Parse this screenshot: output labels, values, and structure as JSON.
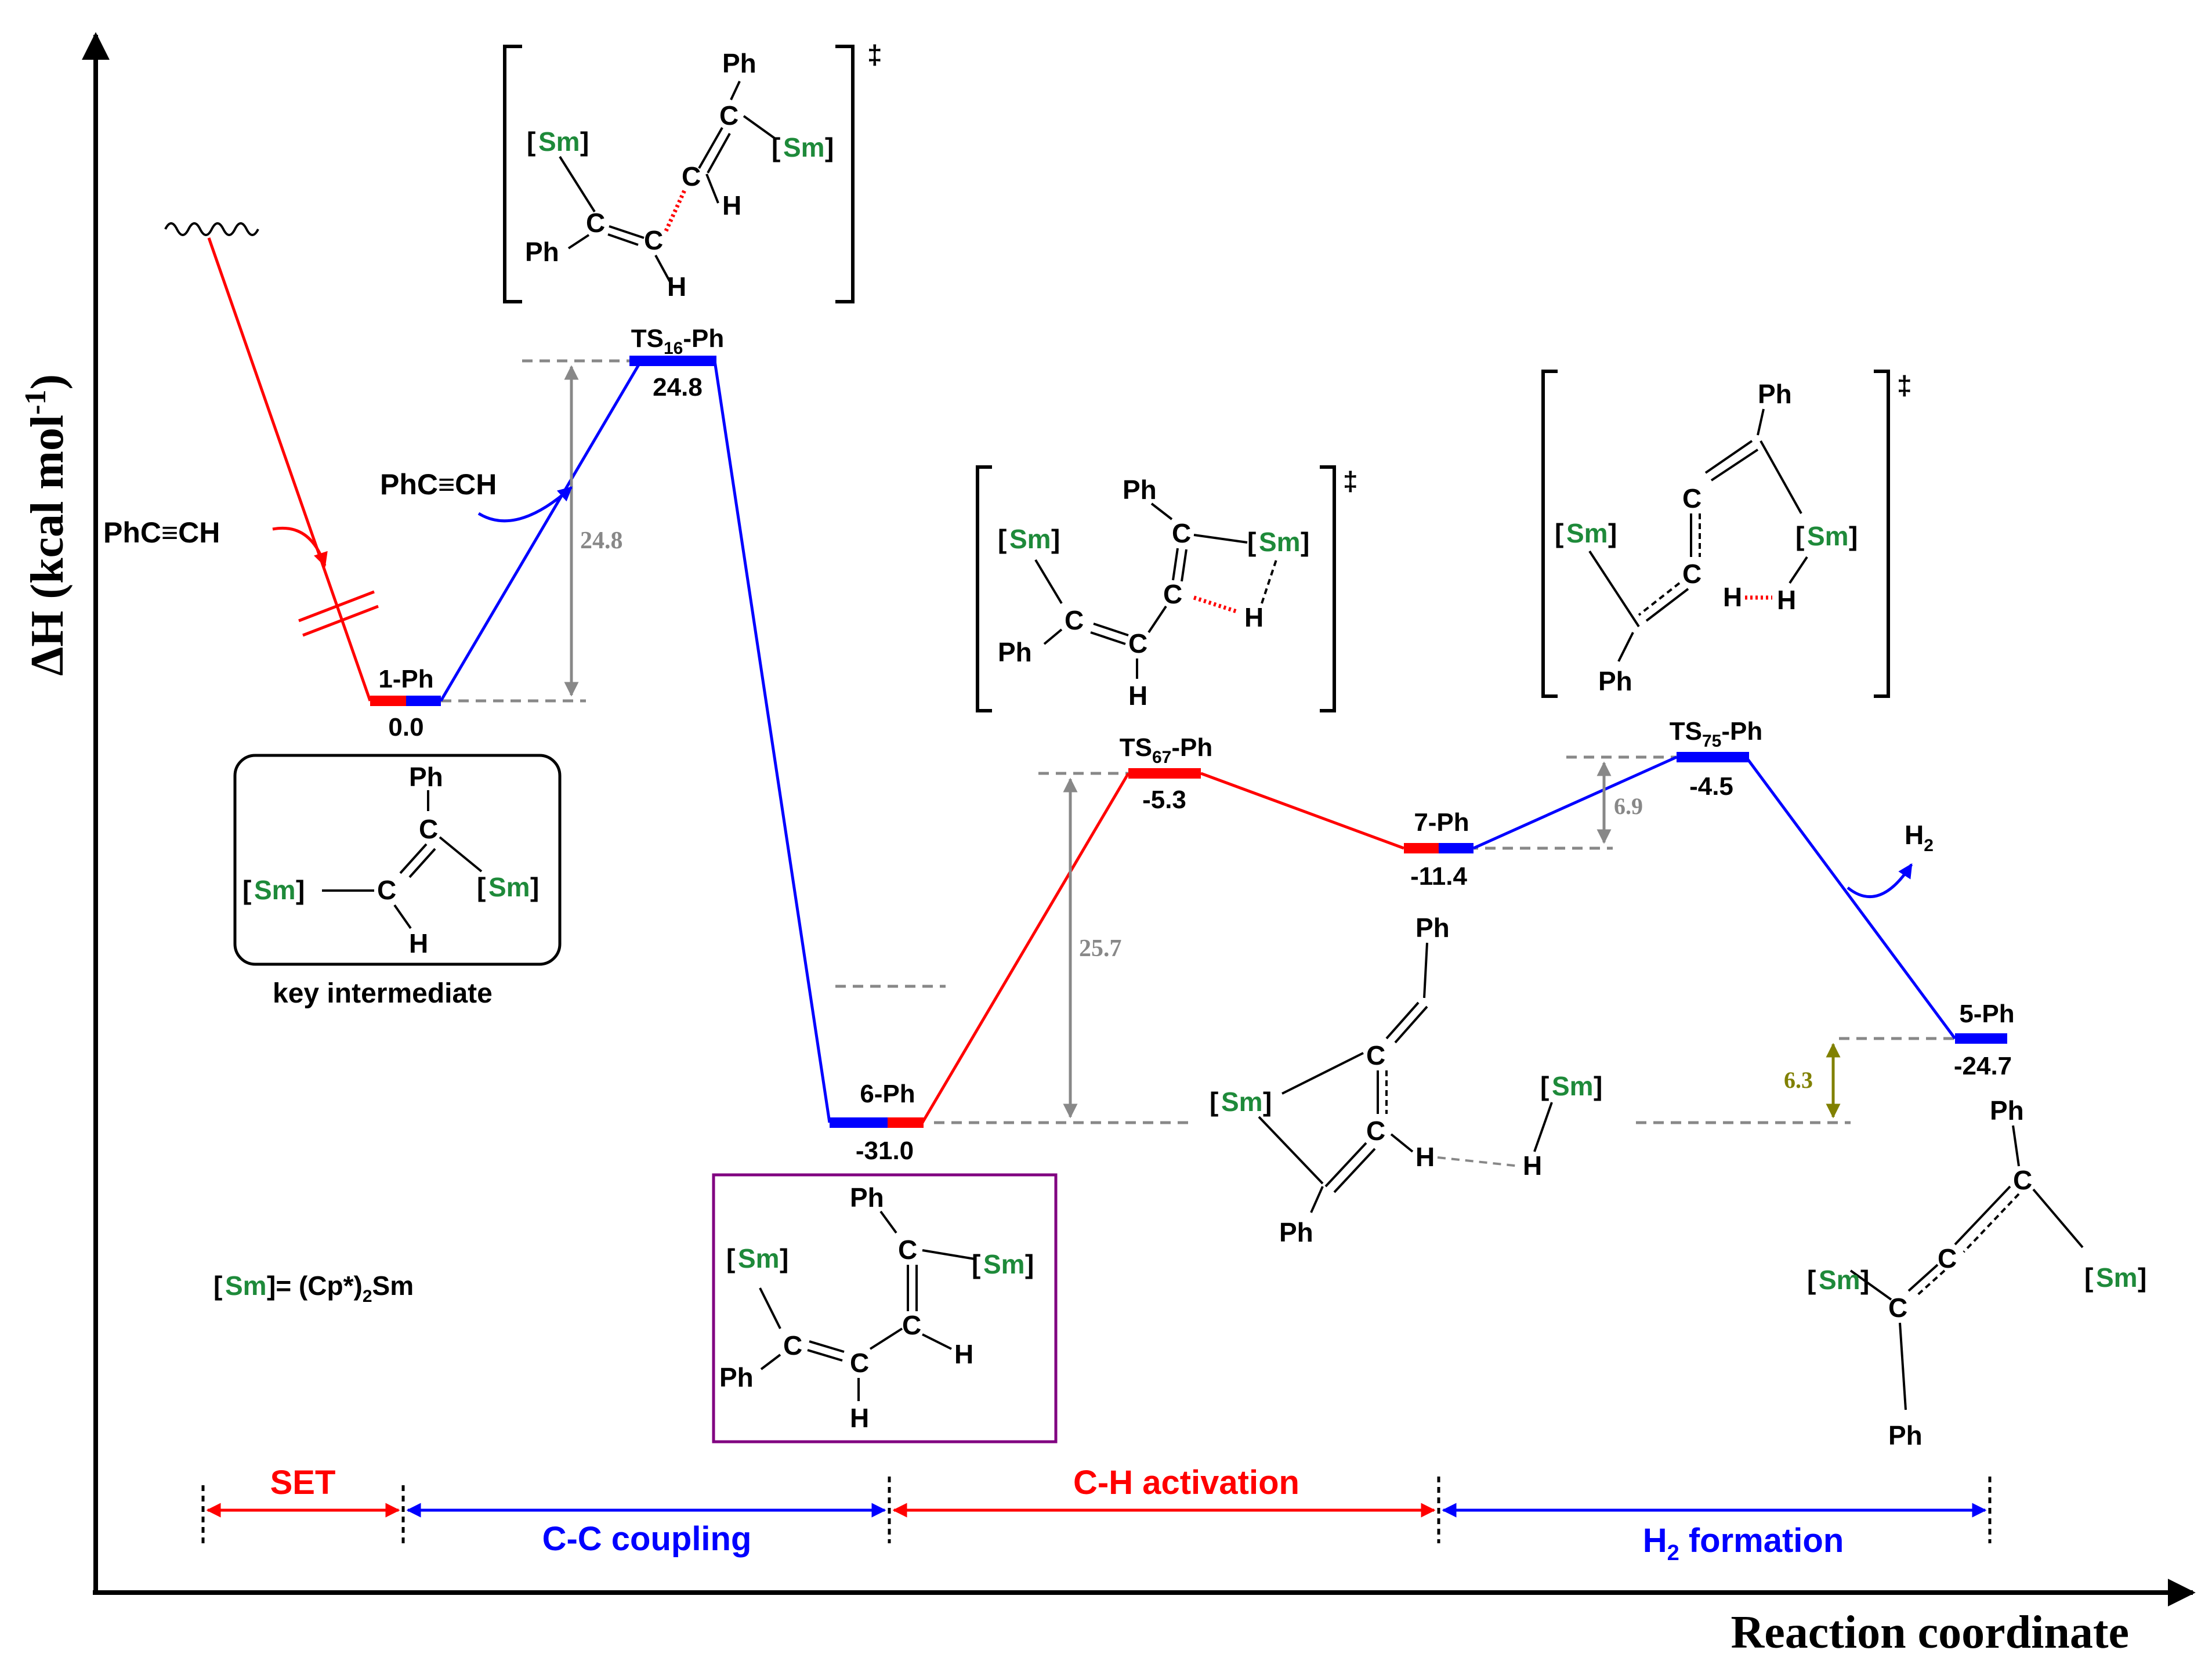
{
  "axes": {
    "y_label": "ΔH (kcal mol",
    "y_label_sup": "-1",
    "y_label_close": ")",
    "x_label": "Reaction coordinate"
  },
  "colors": {
    "red": "#ff0000",
    "blue": "#0000ff",
    "gray": "#888888",
    "olive": "#808000",
    "sm_green": "#1e8a3a",
    "purple": "#800080"
  },
  "species": [
    {
      "id": "1-Ph",
      "name": "1-Ph",
      "energy": "0.0"
    },
    {
      "id": "TS16",
      "name_main": "TS",
      "name_sub": "16",
      "name_tail": "-Ph",
      "energy": "24.8"
    },
    {
      "id": "6-Ph",
      "name": "6-Ph",
      "energy": "-31.0"
    },
    {
      "id": "TS67",
      "name_main": "TS",
      "name_sub": "67",
      "name_tail": "-Ph",
      "energy": "-5.3"
    },
    {
      "id": "7-Ph",
      "name": "7-Ph",
      "energy": "-11.4"
    },
    {
      "id": "TS75",
      "name_main": "TS",
      "name_sub": "75",
      "name_tail": "-Ph",
      "energy": "-4.5"
    },
    {
      "id": "5-Ph",
      "name": "5-Ph",
      "energy": "-24.7"
    }
  ],
  "barriers": {
    "b1": "24.8",
    "b2": "25.7",
    "b3": "6.9",
    "b4": "6.3"
  },
  "reagents": {
    "r1": "PhC≡CH",
    "r2": "PhC≡CH",
    "h2_main": "H",
    "h2_sub": "2"
  },
  "chem": {
    "Ph": "Ph",
    "C": "C",
    "H": "H",
    "Sm": "Sm",
    "lbr": "[",
    "rbr": "]",
    "dagger": "‡",
    "key_intermediate": "key intermediate",
    "legend_prefix": "]= (Cp*)",
    "legend_sub": "2",
    "legend_tail": "Sm"
  },
  "stages": [
    {
      "label": "SET"
    },
    {
      "label": "C-C coupling"
    },
    {
      "label": "C-H activation"
    },
    {
      "label_main": "H",
      "label_sub": "2",
      "label_tail": " formation"
    }
  ]
}
